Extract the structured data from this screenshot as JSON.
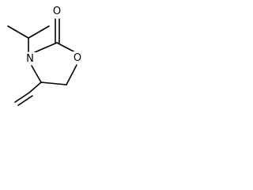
{
  "molecule": {
    "atoms": {
      "carbonyl_oxygen": "O",
      "ring_nitrogen": "N",
      "ring_oxygen": "O"
    }
  }
}
